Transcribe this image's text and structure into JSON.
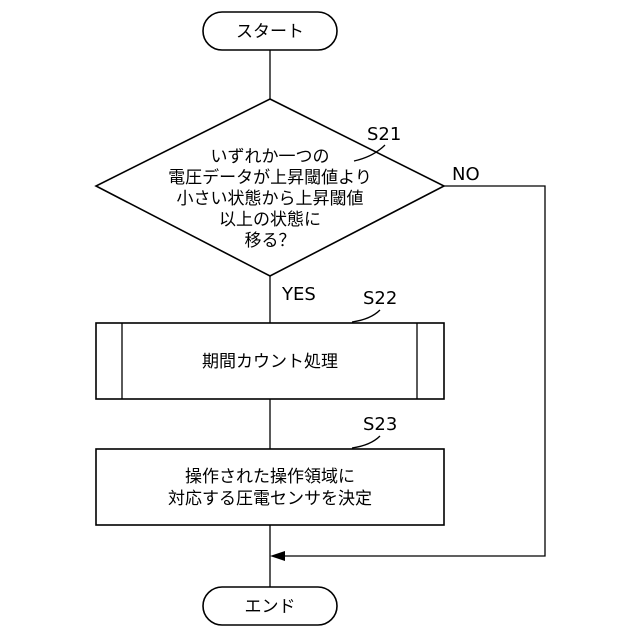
{
  "flowchart": {
    "start": "スタート",
    "end": "エンド",
    "decision": {
      "step": "S21",
      "lines": [
        "いずれか一つの",
        "電圧データが上昇閾値より",
        "小さい状態から上昇閾値",
        "以上の状態に",
        "移る？"
      ]
    },
    "yes": "YES",
    "no": "NO",
    "process1": {
      "step": "S22",
      "label": "期間カウント処理"
    },
    "process2": {
      "step": "S23",
      "lines": [
        "操作された操作領域に",
        "対応する圧電センサを決定"
      ]
    }
  }
}
